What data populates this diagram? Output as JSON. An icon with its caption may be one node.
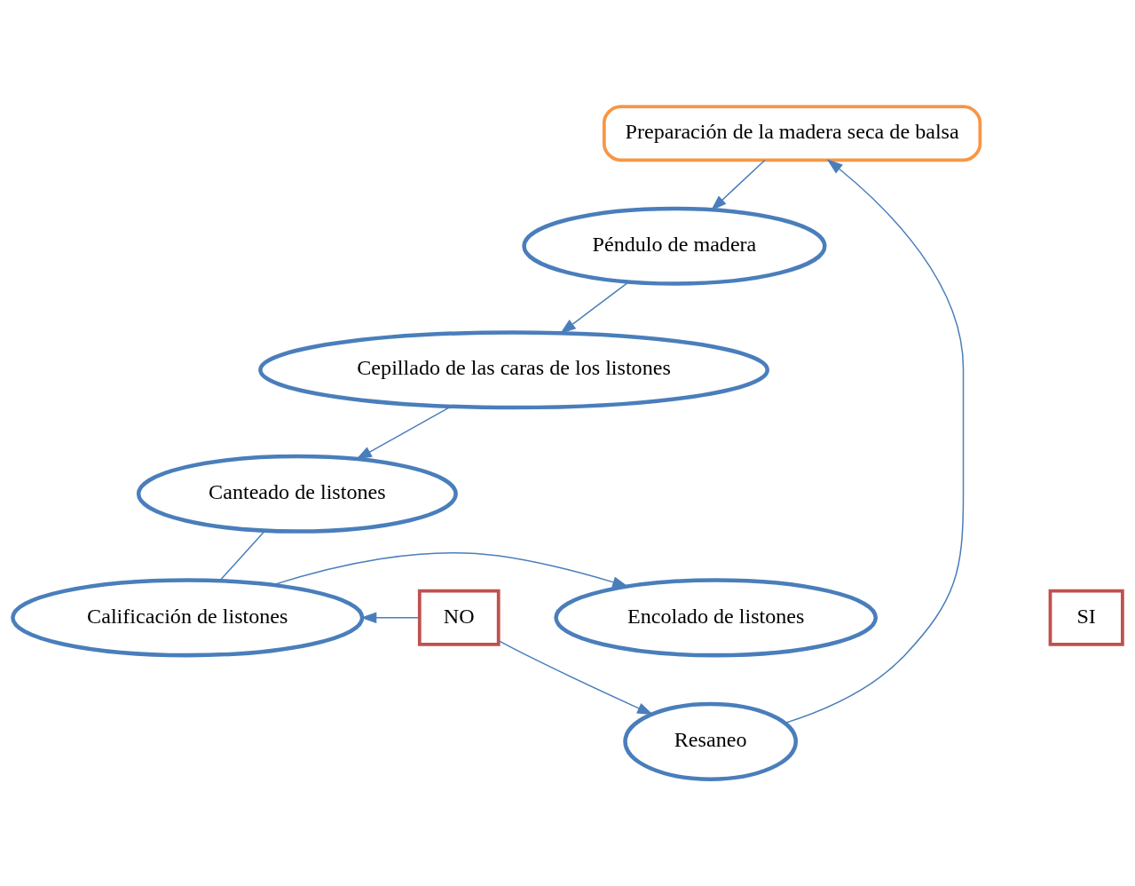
{
  "diagram": {
    "nodes": [
      {
        "text": [
          "Preparación de la madera seca de balsa"
        ]
      },
      {
        "text": [
          "Péndulo de madera"
        ]
      },
      {
        "text": [
          "Cepillado de las caras de los listones"
        ]
      },
      {
        "text": [
          "Resaneo"
        ]
      },
      {
        "text": [
          "Canteado de listones"
        ]
      },
      {
        "text": [
          "NO"
        ]
      },
      {
        "text": [
          "SI"
        ]
      },
      {
        "text": [
          "Calificación de listones"
        ]
      },
      {
        "text": [
          "Encolado de listones"
        ]
      }
    ],
    "edges": [
      {
        "from": 3,
        "to": 0,
        "arrow": "to"
      },
      {
        "from": 0,
        "to": 1,
        "arrow": "to"
      },
      {
        "from": 1,
        "to": 2,
        "arrow": "to"
      },
      {
        "from": 2,
        "to": 4,
        "arrow": "to"
      },
      {
        "from": 4,
        "to": 7,
        "arrow": "none"
      },
      {
        "from": 5,
        "to": 3,
        "arrow": "to"
      },
      {
        "from": 5,
        "to": 7,
        "arrow": "to"
      },
      {
        "from": 7,
        "to": 8,
        "arrow": "to"
      }
    ]
  }
}
